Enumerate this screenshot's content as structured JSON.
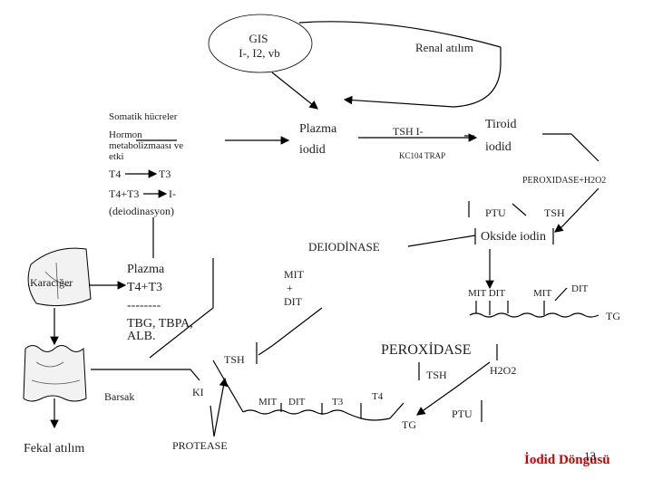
{
  "nodes": {
    "gis": {
      "line1": "GIS",
      "line2": "I-, I2, vb"
    },
    "renal": "Renal atılım",
    "somatic": {
      "l1": "Somatik hücreler",
      "l2": "Hormon",
      "l3": "metabolizmaası ve",
      "l4": "etki",
      "l5a": "T4",
      "l5b": "T3",
      "l6a": "T4+T3",
      "l6b": "I-",
      "l7": "(deiodinasyon)"
    },
    "plasma_iodide": {
      "l1": "Plazma",
      "l2": "iodid"
    },
    "tsh_i": "TSH I-",
    "kclo4": "KC104 TRAP",
    "thyroid": {
      "l1": "Tiroid",
      "l2": "iodid"
    },
    "peroxidase_h2o2": "PEROXIDASE+H2O2",
    "ptu_top": "PTU",
    "tsh_top": "TSH",
    "oxide_iodine": "Okside iodin",
    "deiodinase": "DEIODİNASE",
    "liver": "Karaciğer",
    "plasma_bound": {
      "l1": "Plazma",
      "l2": "T4+T3",
      "l3": "--------",
      "l4": "TBG, TBPA,",
      "l5": "ALB."
    },
    "mit_dit": {
      "l1": "MIT",
      "l2": "+",
      "l3": "DIT"
    },
    "mit_dit_right": "MIT DIT",
    "mit_right": "MIT",
    "dit_right": "DIT",
    "tg_right": "TG",
    "peroxidase": "PEROXİDASE",
    "h2o2": "H2O2",
    "tsh_mid": "TSH",
    "tsh_left": "TSH",
    "ki": "KI",
    "bowel": "Barsak",
    "mit_bottom": "MIT",
    "dit_bottom": "DIT",
    "t3_bottom": "T3",
    "t4_bottom": "T4",
    "tg_bottom": "TG",
    "ptu_bottom": "PTU",
    "protease": "PROTEASE",
    "fecal": "Fekal atılım",
    "footer_title": "İodid Döngüsü",
    "page_number": "13"
  },
  "colors": {
    "title": "#cc0000",
    "line": "#000000"
  }
}
